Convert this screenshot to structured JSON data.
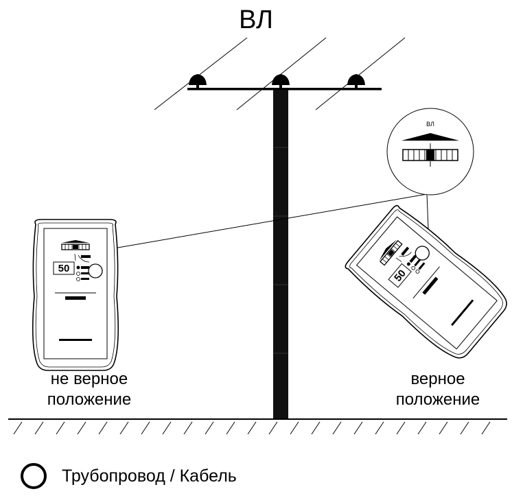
{
  "title": "ВЛ",
  "labels": {
    "wrong_line1": "не верное",
    "wrong_line2": "положение",
    "right_line1": "верное",
    "right_line2": "положение"
  },
  "legend": {
    "icon": "circle-outline-icon",
    "text": "Трубопровод / Кабель"
  },
  "device": {
    "display_value": "50",
    "magnifier_label": "ВЛ",
    "mode_label": "ВЛ"
  },
  "colors": {
    "ink": "#000000",
    "paper": "#ffffff",
    "pole": "#111111"
  }
}
